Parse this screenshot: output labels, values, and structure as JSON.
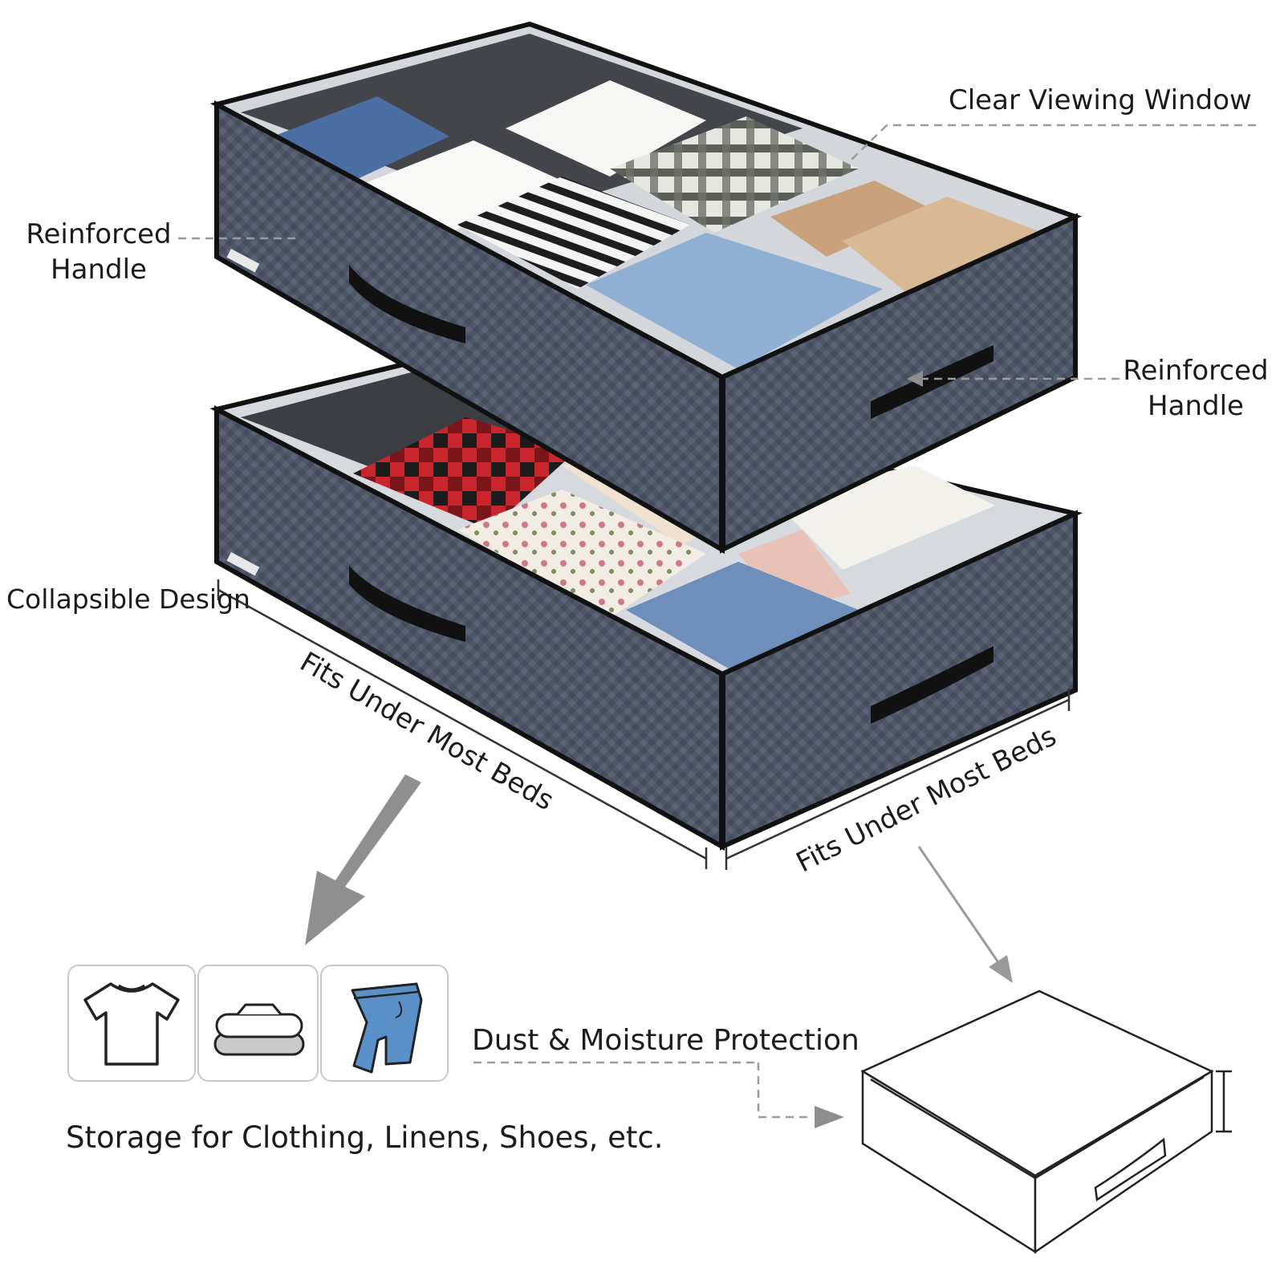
{
  "colors": {
    "fabric": "#4f5668",
    "fabric_dark": "#3d4353",
    "trim": "#111111",
    "window": "#d7dadf",
    "guide_line": "#9a9a9a",
    "arrow": "#8e8e8e",
    "icon_blue": "#5b8fc7",
    "icon_outline": "#222222"
  },
  "callouts": {
    "clear_window": "Clear Viewing Window",
    "handle_left_line1": "Reinforced",
    "handle_left_line2": "Handle",
    "handle_right_line1": "Reinforced",
    "handle_right_line2": "Handle",
    "collapsible": "Collapsible Design",
    "fits_length": "Fits Under Most Beds",
    "fits_width": "Fits Under Most Beds",
    "dust_moisture": "Dust & Moisture Protection",
    "storage_caption": "Storage for Clothing, Linens, Shoes, etc."
  },
  "icons": [
    {
      "name": "tshirt-icon"
    },
    {
      "name": "folded-linens-icon"
    },
    {
      "name": "jeans-icon"
    }
  ]
}
